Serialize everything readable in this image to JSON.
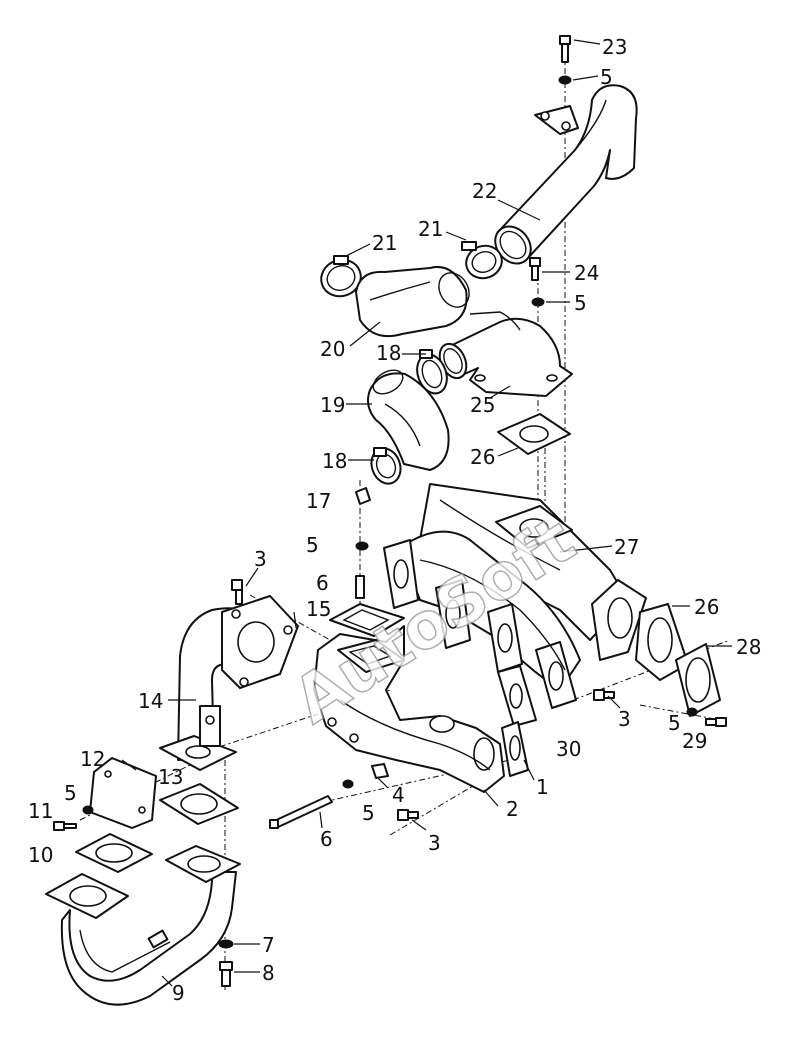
{
  "watermark": "AutoSoft",
  "callouts": [
    {
      "id": "23",
      "label": "23"
    },
    {
      "id": "5a",
      "label": "5"
    },
    {
      "id": "22",
      "label": "22"
    },
    {
      "id": "21a",
      "label": "21"
    },
    {
      "id": "21b",
      "label": "21"
    },
    {
      "id": "24",
      "label": "24"
    },
    {
      "id": "5b",
      "label": "5"
    },
    {
      "id": "20",
      "label": "20"
    },
    {
      "id": "18a",
      "label": "18"
    },
    {
      "id": "25",
      "label": "25"
    },
    {
      "id": "19",
      "label": "19"
    },
    {
      "id": "18b",
      "label": "18"
    },
    {
      "id": "26a",
      "label": "26"
    },
    {
      "id": "17",
      "label": "17"
    },
    {
      "id": "5c",
      "label": "5"
    },
    {
      "id": "27",
      "label": "27"
    },
    {
      "id": "3a",
      "label": "3"
    },
    {
      "id": "6a",
      "label": "6"
    },
    {
      "id": "15",
      "label": "15"
    },
    {
      "id": "26b",
      "label": "26"
    },
    {
      "id": "28",
      "label": "28"
    },
    {
      "id": "14",
      "label": "14"
    },
    {
      "id": "3b",
      "label": "3"
    },
    {
      "id": "5d",
      "label": "5"
    },
    {
      "id": "29",
      "label": "29"
    },
    {
      "id": "30",
      "label": "30"
    },
    {
      "id": "12",
      "label": "12"
    },
    {
      "id": "13",
      "label": "13"
    },
    {
      "id": "4",
      "label": "4"
    },
    {
      "id": "1",
      "label": "1"
    },
    {
      "id": "2",
      "label": "2"
    },
    {
      "id": "11",
      "label": "11"
    },
    {
      "id": "5e",
      "label": "5"
    },
    {
      "id": "5f",
      "label": "5"
    },
    {
      "id": "6b",
      "label": "6"
    },
    {
      "id": "3c",
      "label": "3"
    },
    {
      "id": "10",
      "label": "10"
    },
    {
      "id": "7",
      "label": "7"
    },
    {
      "id": "8",
      "label": "8"
    },
    {
      "id": "9",
      "label": "9"
    }
  ]
}
